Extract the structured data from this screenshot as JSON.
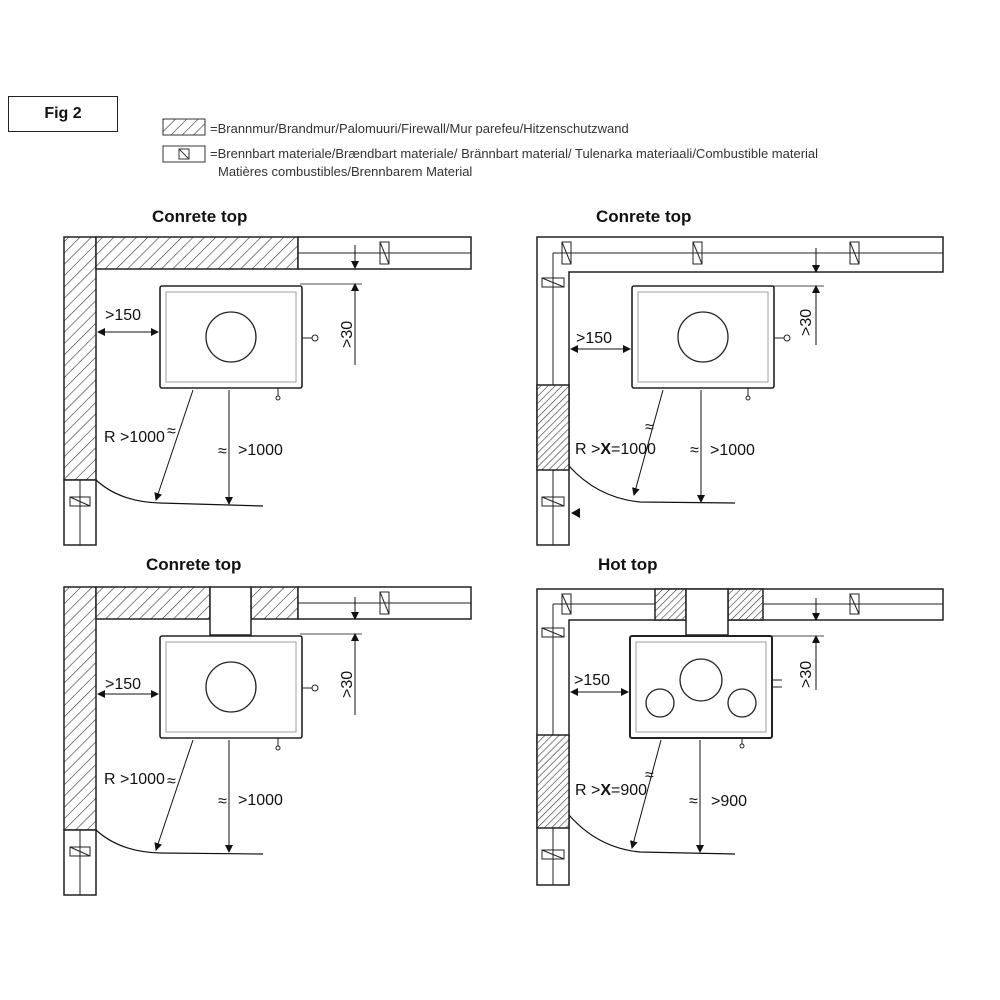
{
  "figure_label": "Fig 2",
  "legend": {
    "firewall": "=Brannmur/Brandmur/Palomuuri/Firewall/Mur parefeu/Hitzenschutzwand",
    "combustible_line1": "=Brennbart materiale/Brændbart materiale/ Brännbart material/ Tulenarka materiaali/Combustible material",
    "combustible_line2": "Matières combustibles/Brennbarem Material"
  },
  "panels": [
    {
      "title": "Conrete top",
      "side_clearance": ">150",
      "top_clearance": ">30",
      "radius_label": "R >1000",
      "radius_prefix": "",
      "radius_value": "",
      "front_clearance": ">1000"
    },
    {
      "title": "Conrete top",
      "side_clearance": ">150",
      "top_clearance": ">30",
      "radius_label": "R >",
      "radius_prefix": "X",
      "radius_value": "=1000",
      "front_clearance": ">1000"
    },
    {
      "title": "Conrete top",
      "side_clearance": ">150",
      "top_clearance": ">30",
      "radius_label": "R >1000",
      "radius_prefix": "",
      "radius_value": "",
      "front_clearance": ">1000"
    },
    {
      "title": "Hot top",
      "side_clearance": ">150",
      "top_clearance": ">30",
      "radius_label": "R >",
      "radius_prefix": "X",
      "radius_value": "=900",
      "front_clearance": ">900"
    }
  ]
}
